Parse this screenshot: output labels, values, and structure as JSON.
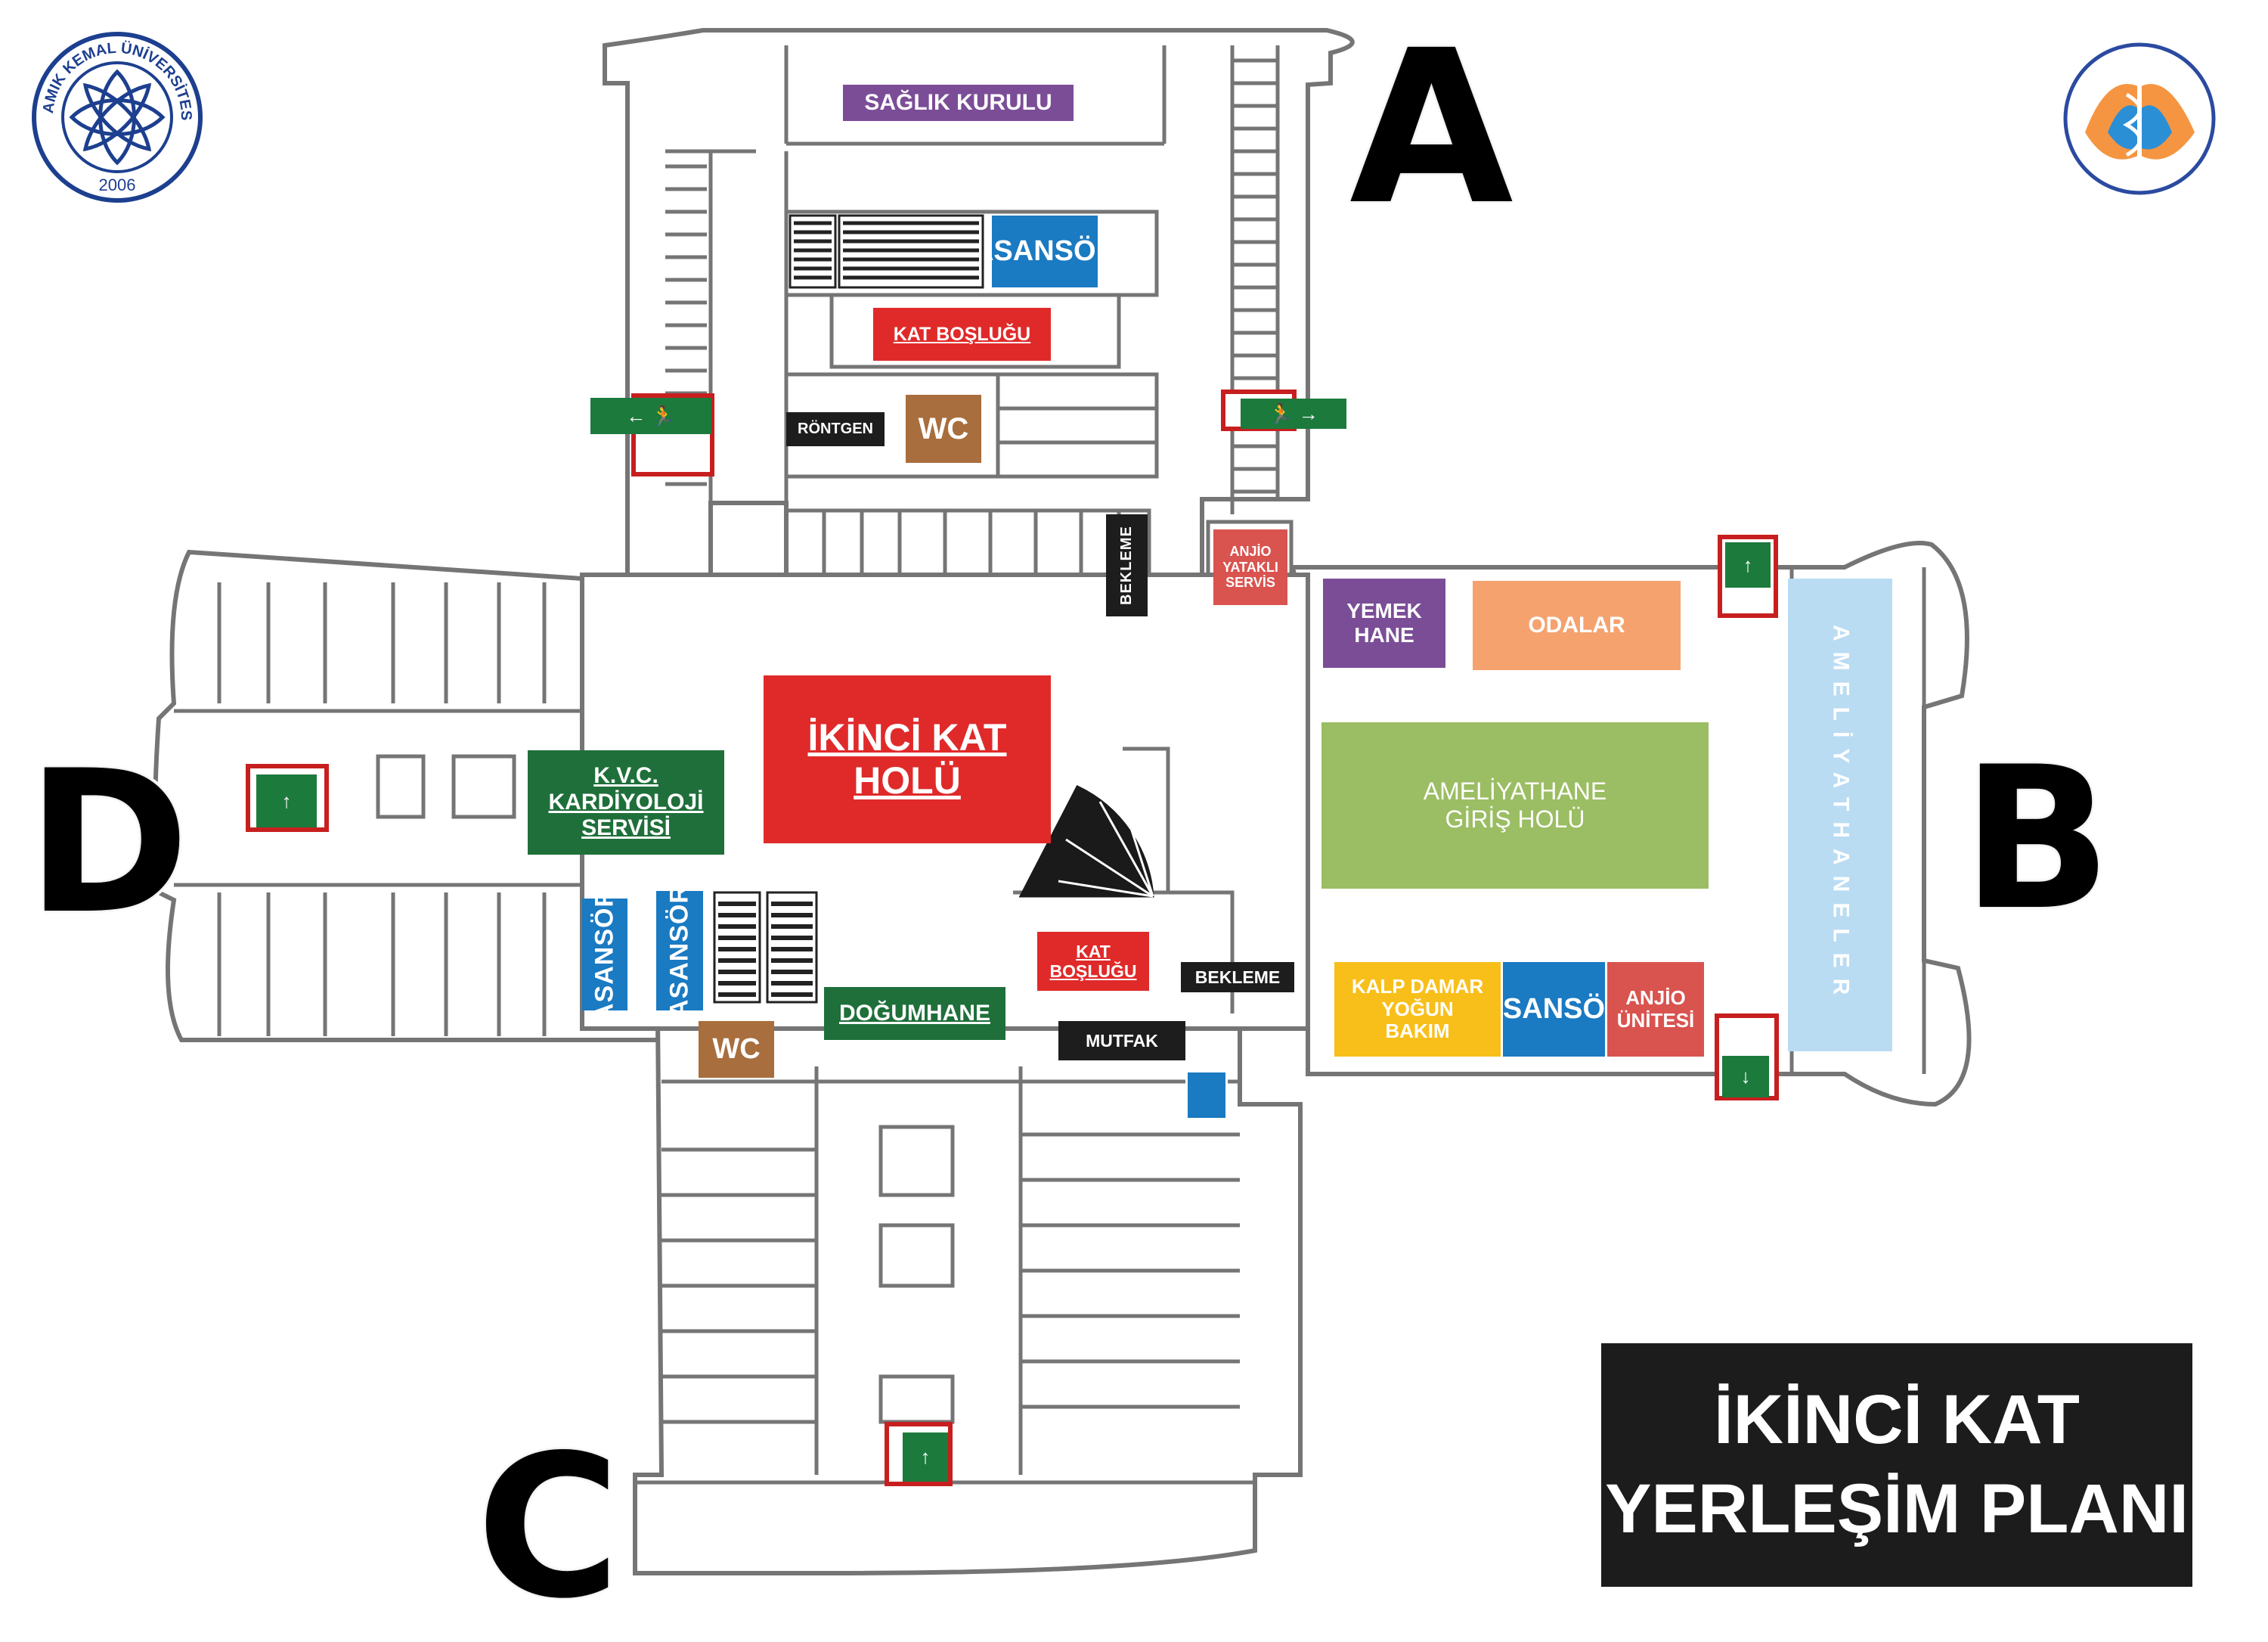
{
  "wings": {
    "a": "A",
    "b": "B",
    "c": "C",
    "d": "D"
  },
  "title": {
    "line1": "İKİNCİ KAT",
    "line2": "YERLEŞİM PLANI"
  },
  "logos": {
    "left_text": "NAMIK KEMAL ÜNİVERSİTESİ",
    "left_year": "2006"
  },
  "rooms": {
    "saglik_kurulu": "SAĞLIK KURULU",
    "asansor_a": "ASANSÖR",
    "kat_boslugu_a": "KAT BOŞLUĞU",
    "rontgen": "RÖNTGEN",
    "wc_a": "WC",
    "bekleme_a": "BEKLEME",
    "anjio_yatakli": "ANJİO\nYATAKLI\nSERVİS",
    "ikinci_kat_holu": "İKİNCİ KAT\nHOLÜ",
    "kvc": "K.V.C.\nKARDİYOLOJİ\nSERVİSİ",
    "asansor_d1": "ASANSÖR",
    "asansor_d2": "ASANSÖR",
    "wc_c": "WC",
    "dogumhane": "DOĞUMHANE",
    "kat_boslugu_c": "KAT\nBOŞLUĞU",
    "bekleme_c": "BEKLEME",
    "mutfak": "MUTFAK",
    "yemekhane": "YEMEK\nHANE",
    "odalar": "ODALAR",
    "ameliyathane_giris": "AMELİYATHANE\nGİRİŞ HOLÜ",
    "kalp_damar": "KALP DAMAR\nYOĞUN\nBAKIM",
    "asansor_b": "ASANSÖR",
    "anjio_unitesi": "ANJİO\nÜNİTESİ",
    "ameliyathaneler": "AMELİYATHANELER"
  },
  "colors": {
    "purple": "#7b4d97",
    "blue": "#1a7ac2",
    "red": "#e02a2a",
    "brown": "#a86e3d",
    "black": "#1d1d1d",
    "indian_red": "#d9534f",
    "green": "#1f6f3a",
    "orange": "#f5a26e",
    "olive": "#9bbd63",
    "yellow": "#f8bf1b",
    "light_blue": "#b9dcf3",
    "wall": "#757575",
    "exit_green": "#1c7a3c",
    "exit_red": "#c71f1f"
  }
}
